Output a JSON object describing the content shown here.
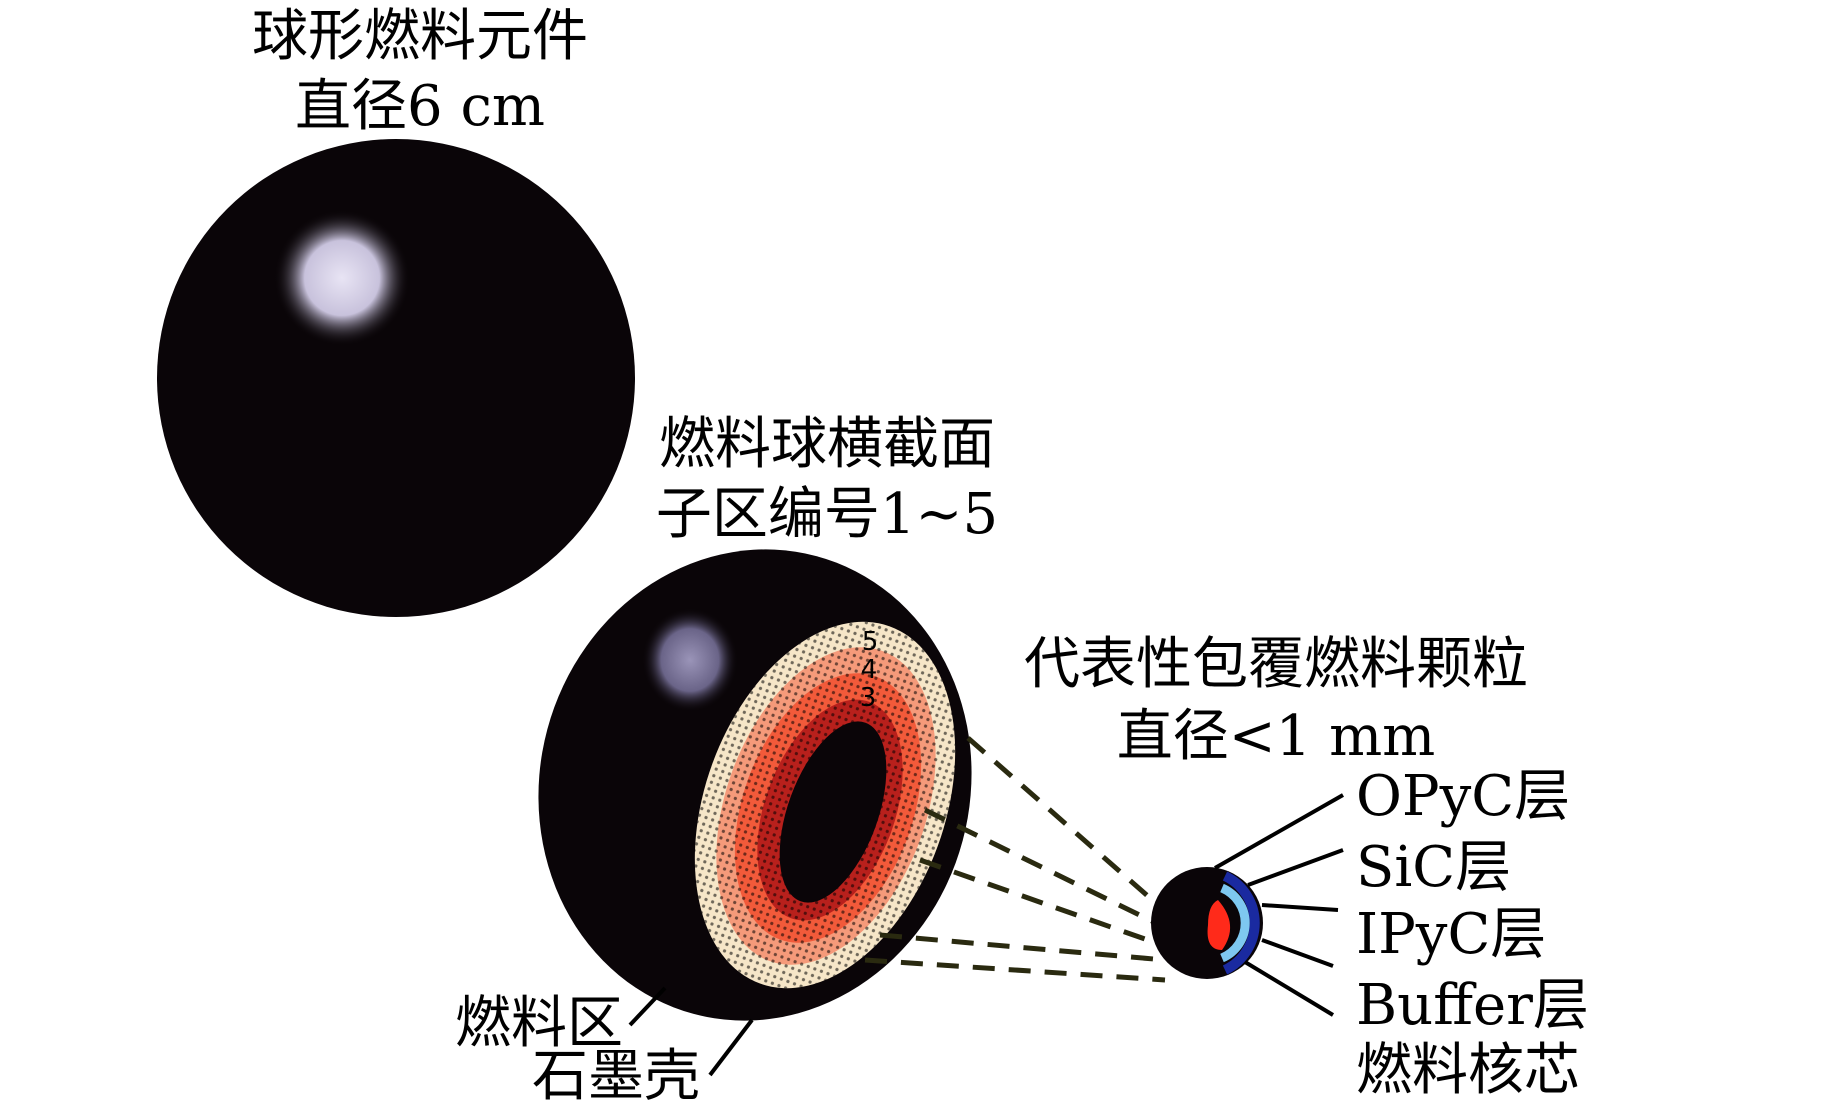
{
  "sphere": {
    "title": "球形燃料元件",
    "diameter": "直径6 cm"
  },
  "cross_section": {
    "title": "燃料球横截面",
    "subtitle": "子区编号1~5",
    "zone_numbers": [
      "5",
      "4",
      "3"
    ]
  },
  "particle": {
    "title": "代表性包覆燃料颗粒",
    "diameter": "直径<1 mm"
  },
  "layer_labels": [
    "OPyC层",
    "SiC层",
    "IPyC层",
    "Buffer层",
    "燃料核芯"
  ],
  "shell_labels": {
    "fuel_zone": "燃料区",
    "graphite_shell": "石墨壳"
  },
  "colors": {
    "sphere": "#0a0508",
    "zone_outer": "#f6e6c8",
    "zone_mid": "#f25a3a",
    "zone_inner": "#b8201c",
    "kernel": "#ff2a1a",
    "ipyc": "#7ec8f0",
    "sic": "#1a2aa0",
    "dash": "#2a2a10"
  }
}
